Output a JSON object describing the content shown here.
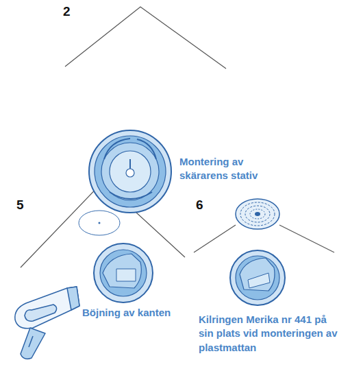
{
  "diagram": {
    "labels": [
      "2",
      "Montering av skärarens stativ",
      "5",
      "Böjning av kanten",
      "6",
      "Kilringen Merika nr 441 på sin plats vid monteringen av plastmattan"
    ]
  }
}
